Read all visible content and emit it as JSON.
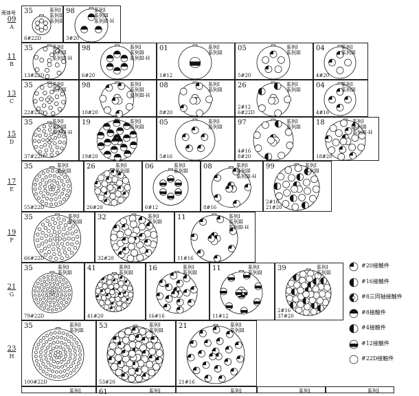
{
  "header_label": "壳体号",
  "series_labels": [
    "系列Ⅰ",
    "系列Ⅲ",
    "系列Ⅲ-H"
  ],
  "rows": [
    {
      "shell": "09",
      "letter": "A",
      "cells": [
        {
          "code": "35",
          "count": "6#22D",
          "series": [
            0,
            1,
            2
          ],
          "pattern": "small",
          "pins": 6
        },
        {
          "code": "98",
          "count": "3#20",
          "series": [
            0,
            1,
            2
          ],
          "pattern": "half",
          "pins": 3
        }
      ]
    },
    {
      "shell": "11",
      "letter": "B",
      "cells": [
        {
          "code": "35",
          "count": "13#22D",
          "series": [
            0,
            1,
            2
          ],
          "pattern": "small",
          "pins": 13
        },
        {
          "code": "98",
          "count": "6#20",
          "series": [
            0,
            1,
            2
          ],
          "pattern": "half",
          "pins": 6
        },
        {
          "code": "01",
          "count": "1#12",
          "series": [
            0,
            1
          ],
          "pattern": "single",
          "pins": 1
        },
        {
          "code": "05",
          "count": "5#20",
          "series": [
            0,
            1
          ],
          "pattern": "ring",
          "pins": 5
        },
        {
          "code": "04",
          "count": "4#20",
          "series": [
            0,
            1
          ],
          "pattern": "ring",
          "pins": 4
        }
      ]
    },
    {
      "shell": "13",
      "letter": "C",
      "cells": [
        {
          "code": "35",
          "count": "22#22D",
          "series": [
            0,
            1
          ],
          "pattern": "small",
          "pins": 22
        },
        {
          "code": "98",
          "count": "10#20",
          "series": [
            0,
            1,
            2
          ],
          "pattern": "ring",
          "pins": 10
        },
        {
          "code": "08",
          "count": "8#20",
          "series": [
            0,
            1
          ],
          "pattern": "ring",
          "pins": 8
        },
        {
          "code": "26",
          "count": "2#12\n6#22D",
          "series": [
            0,
            1
          ],
          "pattern": "mixed",
          "pins": 8
        },
        {
          "code": "04",
          "count": "4#16",
          "series": [
            0,
            1
          ],
          "pattern": "quarter",
          "pins": 4
        }
      ]
    },
    {
      "shell": "15",
      "letter": "D",
      "cells": [
        {
          "code": "35",
          "count": "37#22D",
          "series": [
            0,
            1,
            2
          ],
          "pattern": "small",
          "pins": 37
        },
        {
          "code": "19",
          "count": "19#20",
          "series": [
            0,
            1
          ],
          "pattern": "half",
          "pins": 19
        },
        {
          "code": "05",
          "count": "5#16",
          "series": [
            0,
            1
          ],
          "pattern": "quarter",
          "pins": 5
        },
        {
          "code": "97",
          "count": "4#16\n8#20",
          "series": [
            0,
            1
          ],
          "pattern": "mixed",
          "pins": 12
        },
        {
          "code": "18",
          "count": "18#20",
          "series": [
            0,
            1,
            2
          ],
          "pattern": "ring",
          "pins": 18
        }
      ]
    },
    {
      "shell": "17",
      "letter": "E",
      "cells": [
        {
          "code": "35",
          "count": "55#22D",
          "series": [
            0,
            1
          ],
          "pattern": "dense",
          "pins": 55
        },
        {
          "code": "26",
          "count": "26#20",
          "series": [
            0,
            1
          ],
          "pattern": "ring",
          "pins": 26
        },
        {
          "code": "06",
          "count": "6#12",
          "series": [
            0,
            1
          ],
          "pattern": "single",
          "pins": 6
        },
        {
          "code": "08",
          "count": "8#16",
          "series": [
            0,
            1,
            2
          ],
          "pattern": "quarter",
          "pins": 8
        },
        {
          "code": "99",
          "count": "2#16\n21#20",
          "series": [
            0,
            1
          ],
          "pattern": "mixed",
          "pins": 23
        }
      ]
    },
    {
      "shell": "19",
      "letter": "F",
      "cells": [
        {
          "code": "35",
          "count": "66#22D",
          "series": [
            0,
            1
          ],
          "pattern": "dense",
          "pins": 66
        },
        {
          "code": "32",
          "count": "32#20",
          "series": [
            0,
            1
          ],
          "pattern": "ring",
          "pins": 32
        },
        {
          "code": "11",
          "count": "11#16",
          "series": [
            0,
            1,
            2
          ],
          "pattern": "quarter",
          "pins": 11
        }
      ]
    },
    {
      "shell": "21",
      "letter": "G",
      "cells": [
        {
          "code": "35",
          "count": "79#22D",
          "series": [
            0,
            1
          ],
          "pattern": "small",
          "pins": 79
        },
        {
          "code": "41",
          "count": "41#20",
          "series": [
            0,
            1
          ],
          "pattern": "ring",
          "pins": 41
        },
        {
          "code": "16",
          "count": "16#16",
          "series": [
            0,
            1
          ],
          "pattern": "quarter",
          "pins": 16
        },
        {
          "code": "11",
          "count": "11#12",
          "series": [
            0,
            1
          ],
          "pattern": "single",
          "pins": 11
        },
        {
          "code": "39",
          "count": "2#16\n37#20",
          "series": [
            0,
            1
          ],
          "pattern": "mixed",
          "pins": 39
        }
      ]
    },
    {
      "shell": "23",
      "letter": "H",
      "cells": [
        {
          "code": "35",
          "count": "100#22D",
          "series": [
            0,
            1
          ],
          "pattern": "dense",
          "pins": 100
        },
        {
          "code": "53",
          "count": "53#20",
          "series": [
            0,
            1
          ],
          "pattern": "ring",
          "pins": 53
        },
        {
          "code": "21",
          "count": "21#16",
          "series": [
            0,
            1
          ],
          "pattern": "quarter",
          "pins": 21
        }
      ]
    },
    {
      "shell": "",
      "letter": "",
      "cells": [
        {
          "code": "",
          "count": "",
          "series": [
            0
          ],
          "pattern": "none",
          "pins": 0
        },
        {
          "code": "61",
          "count": "",
          "series": [
            0
          ],
          "pattern": "none",
          "pins": 0
        },
        {
          "code": "",
          "count": "",
          "series": [
            0
          ],
          "pattern": "none",
          "pins": 0
        },
        {
          "code": "",
          "count": "",
          "series": [
            0
          ],
          "pattern": "none",
          "pins": 0
        },
        {
          "code": "",
          "count": "",
          "series": [
            0
          ],
          "pattern": "none",
          "pins": 0
        }
      ]
    }
  ],
  "legend": [
    {
      "symbol": "quarter",
      "label": "#20接触件"
    },
    {
      "symbol": "halfv",
      "label": "#16接触件"
    },
    {
      "symbol": "coax",
      "label": "#8三同轴接触件"
    },
    {
      "symbol": "halfh",
      "label": "#8接触件"
    },
    {
      "symbol": "halfv2",
      "label": "#4接触件"
    },
    {
      "symbol": "bar",
      "label": "#12接触件"
    },
    {
      "symbol": "open",
      "label": "#22D接触件"
    }
  ]
}
